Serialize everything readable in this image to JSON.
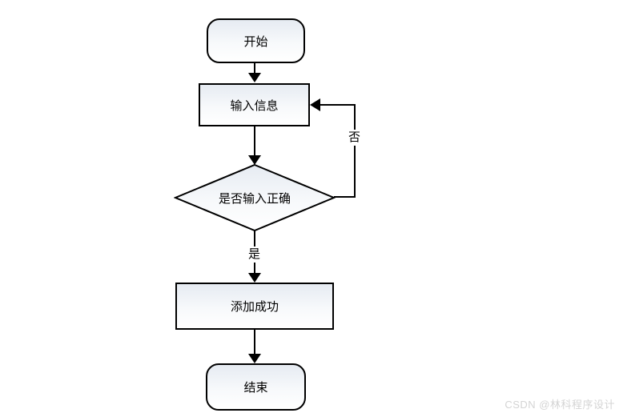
{
  "page": {
    "background": "#ffffff",
    "watermark": "CSDN @林科程序设计"
  },
  "flowchart": {
    "nodes": {
      "start": {
        "label": "开始",
        "shape": "rounded-rectangle"
      },
      "input": {
        "label": "输入信息",
        "shape": "rectangle"
      },
      "decision": {
        "label": "是否输入正确",
        "shape": "diamond"
      },
      "success": {
        "label": "添加成功",
        "shape": "rectangle"
      },
      "end": {
        "label": "结束",
        "shape": "rounded-rectangle"
      }
    },
    "edges": {
      "yes_label": "是",
      "no_label": "否"
    },
    "colors": {
      "stroke": "#000000",
      "fill_top": "#e6ebf2",
      "fill_bottom": "#ffffff",
      "text": "#000000",
      "watermark_text": "#d4d4d4"
    }
  }
}
